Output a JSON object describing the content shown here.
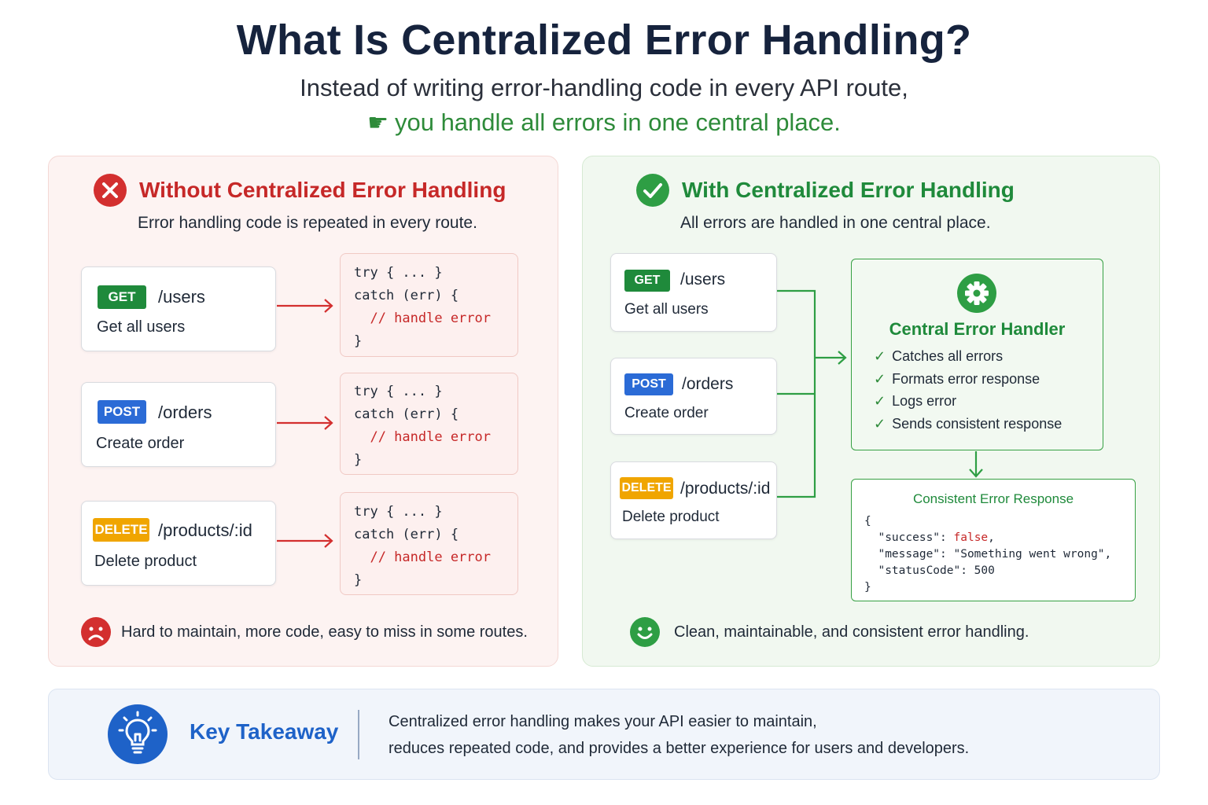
{
  "header": {
    "title": "What Is Centralized Error Handling?",
    "subtitle": "Instead of writing error-handling code in every API route,",
    "subtitle_emphasis": "you handle all errors in one central place.",
    "pointer_icon": "pointing-hand-icon"
  },
  "colors": {
    "bad": "#c62828",
    "good": "#1f8a3b",
    "get": "#1f8a3b",
    "post": "#2b6bd6",
    "delete": "#f0a500",
    "accent": "#1e62c8"
  },
  "without": {
    "icon": "x-circle-icon",
    "title": "Without Centralized Error Handling",
    "subtitle": "Error handling code is repeated in every route.",
    "routes": [
      {
        "method": "GET",
        "path": "/users",
        "desc": "Get all users"
      },
      {
        "method": "POST",
        "path": "/orders",
        "desc": "Create order"
      },
      {
        "method": "DELETE",
        "path": "/products/:id",
        "desc": "Delete product"
      }
    ],
    "code_lines": [
      "try { ... }",
      "catch (err) {",
      "  // handle error",
      "}"
    ],
    "footnote_icon": "sad-face-icon",
    "footnote": "Hard to maintain, more code, easy to miss in some routes."
  },
  "with": {
    "icon": "check-circle-icon",
    "title": "With Centralized Error Handling",
    "subtitle": "All errors are handled in one central place.",
    "routes": [
      {
        "method": "GET",
        "path": "/users",
        "desc": "Get all users"
      },
      {
        "method": "POST",
        "path": "/orders",
        "desc": "Create order"
      },
      {
        "method": "DELETE",
        "path": "/products/:id",
        "desc": "Delete product"
      }
    ],
    "handler": {
      "icon": "gear-icon",
      "title": "Central Error Handler",
      "items": [
        "Catches all errors",
        "Formats error response",
        "Logs error",
        "Sends consistent response"
      ]
    },
    "response": {
      "title": "Consistent Error Response",
      "open": "{",
      "success_key": "  \"success\": ",
      "success_value": "false",
      "success_tail": ",",
      "message_line": "  \"message\": \"Something went wrong\",",
      "status_line": "  \"statusCode\": 500",
      "close": "}"
    },
    "footnote_icon": "smile-face-icon",
    "footnote": "Clean, maintainable, and consistent error handling."
  },
  "takeaway": {
    "icon": "lightbulb-icon",
    "title": "Key Takeaway",
    "line1": "Centralized error handling makes your API easier to maintain,",
    "line2": "reduces repeated code, and provides a better experience for users and developers."
  }
}
